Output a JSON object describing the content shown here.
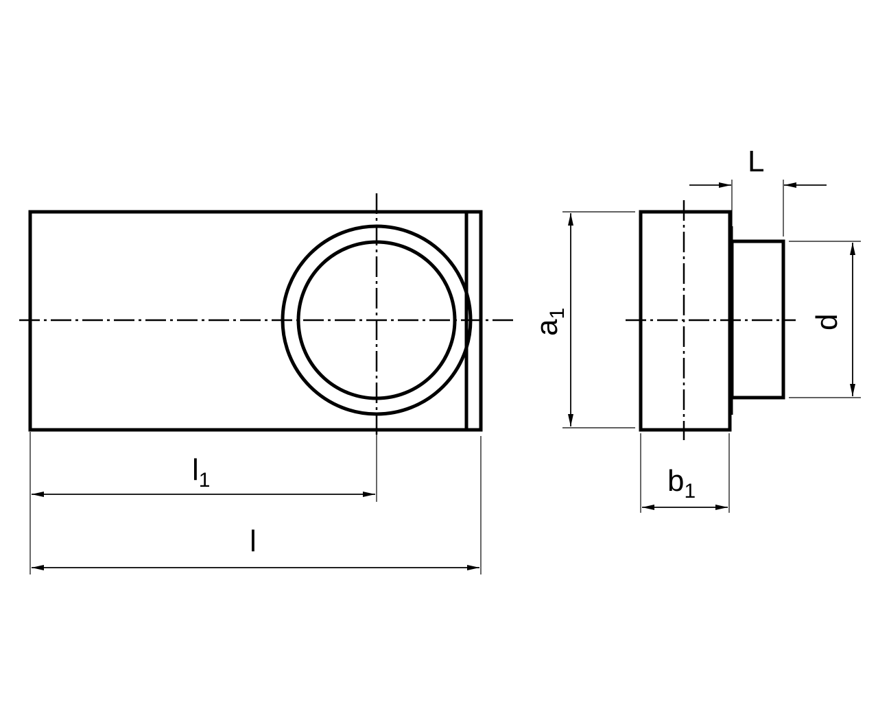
{
  "dimensions": {
    "l": {
      "main": "l",
      "sub": ""
    },
    "l1": {
      "main": "l",
      "sub": "1"
    },
    "a1": {
      "main": "a",
      "sub": "1"
    },
    "b1": {
      "main": "b",
      "sub": "1"
    },
    "d": {
      "main": "d",
      "sub": ""
    },
    "L": {
      "main": "L",
      "sub": ""
    }
  },
  "colors": {
    "line": "#000000",
    "background": "#ffffff"
  }
}
